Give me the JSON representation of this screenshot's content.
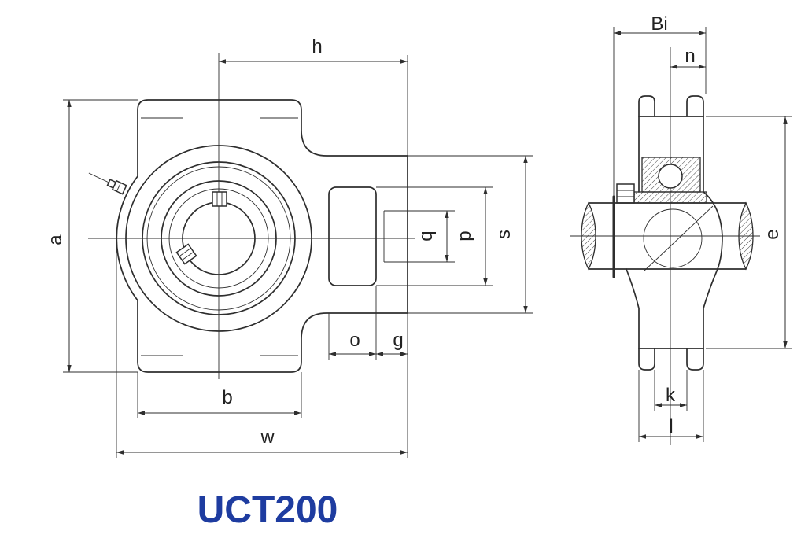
{
  "colors": {
    "title": "#1e3ca0",
    "line": "#2e2e2e",
    "background": "#ffffff"
  },
  "title": "UCT200",
  "front_view": {
    "dimensions": {
      "h": "h",
      "a": "a",
      "b": "b",
      "w": "w",
      "q": "q",
      "p": "p",
      "s": "s",
      "o": "o",
      "g": "g"
    }
  },
  "side_view": {
    "dimensions": {
      "Bi": "Bi",
      "n": "n",
      "e": "e",
      "k": "k",
      "l": "l"
    }
  }
}
